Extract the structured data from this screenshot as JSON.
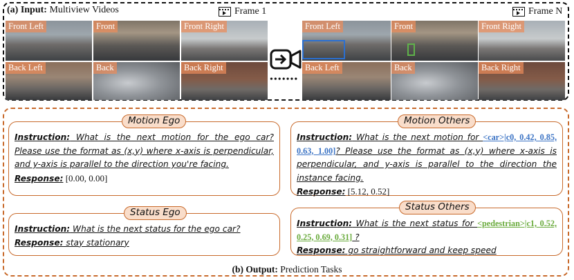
{
  "input": {
    "title_bold": "(a) Input:",
    "title_rest": " Multiview Videos",
    "frame1_label": "Frame 1",
    "frameN_label": "Frame N",
    "frame1_cams": [
      "Front Left",
      "Front",
      "Front Right",
      "Back Left",
      "Back",
      "Back Right"
    ],
    "frameN_cams": [
      "Front Left",
      "Front",
      "Front Right",
      "Back Left",
      "Back",
      "Back Right"
    ],
    "dots": "•••••••"
  },
  "output": {
    "title_bold": "(b) Output:",
    "title_rest": " Prediction Tasks",
    "motion_ego": {
      "tag": "Motion Ego",
      "instruction_label": "Instruction:",
      "instruction": " What is the next motion for the ego car? Please use the format as (x,y) where x-axis is perpendicular, and y-axis is parallel to the direction you're facing.",
      "response_label": "Response:",
      "response": " [0.00, 0.00]"
    },
    "motion_others": {
      "tag": "Motion Others",
      "instruction_label": "Instruction:",
      "instruction_a": " What is the next motion for ",
      "token": "<car>|c0, 0.42, 0.85, 0.63, 1.00]",
      "instruction_b": "? Please use the format as (x,y) where x-axis is perpendicular, and y-axis is parallel to the direction the instance facing.",
      "response_label": "Response:",
      "response": " [5.12, 0.52]"
    },
    "status_ego": {
      "tag": "Status Ego",
      "instruction_label": "Instruction:",
      "instruction": " What is the next status for the ego car?",
      "response_label": "Response:",
      "response": " stay stationary"
    },
    "status_others": {
      "tag": "Status Others",
      "instruction_label": "Instruction:",
      "instruction_a": " What is the next status for ",
      "token": "<pedestrian>|c1, 0.52, 0.25, 0.69, 0.31]",
      "instruction_b": " ?",
      "response_label": "Response:",
      "response": " go straightforward and keep speed"
    }
  },
  "colors": {
    "accent_orange": "#c8692a",
    "tag_fill": "#f9ddca",
    "car_token_blue": "#3b73c4",
    "pedestrian_token_green": "#6aab3d"
  }
}
